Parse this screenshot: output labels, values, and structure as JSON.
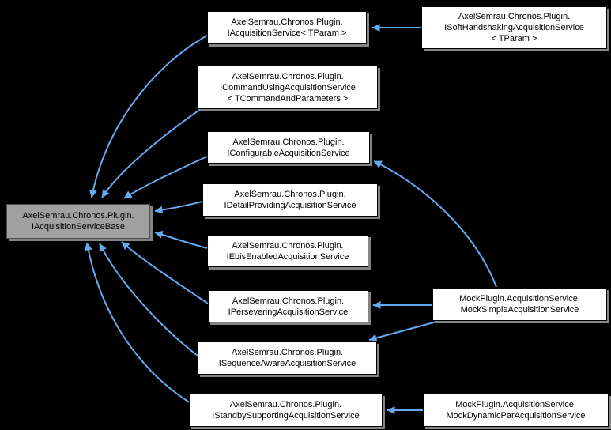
{
  "diagram": {
    "type": "class-inheritance-graph",
    "background_color": "#000000",
    "node_fill": "#ffffff",
    "highlight_node_fill": "#a0a0a0",
    "node_border_color": "#000000",
    "highlight_node_border_color": "#4d4d4d",
    "shadow_color": "#848484",
    "edge_color": "#63aaf2",
    "text_color": "#000000"
  },
  "nodes": [
    {
      "id": "base",
      "highlight": true,
      "lines": [
        "AxelSemrau.Chronos.Plugin.",
        "IAcquisitionServiceBase"
      ]
    },
    {
      "id": "iacquisitionservice_tparam",
      "highlight": false,
      "lines": [
        "AxelSemrau.Chronos.Plugin.",
        "IAcquisitionService< TParam >"
      ]
    },
    {
      "id": "isofthandshaking",
      "highlight": false,
      "lines": [
        "AxelSemrau.Chronos.Plugin.",
        "ISoftHandshakingAcquisitionService",
        "< TParam >"
      ]
    },
    {
      "id": "icommandusing",
      "highlight": false,
      "lines": [
        "AxelSemrau.Chronos.Plugin.",
        "ICommandUsingAcquisitionService",
        "< TCommandAndParameters >"
      ]
    },
    {
      "id": "iconfigurable",
      "highlight": false,
      "lines": [
        "AxelSemrau.Chronos.Plugin.",
        "IConfigurableAcquisitionService"
      ]
    },
    {
      "id": "idetailproviding",
      "highlight": false,
      "lines": [
        "AxelSemrau.Chronos.Plugin.",
        "IDetailProvidingAcquisitionService"
      ]
    },
    {
      "id": "iebisenabled",
      "highlight": false,
      "lines": [
        "AxelSemrau.Chronos.Plugin.",
        "IEbisEnabledAcquisitionService"
      ]
    },
    {
      "id": "ipersevering",
      "highlight": false,
      "lines": [
        "AxelSemrau.Chronos.Plugin.",
        "IPerseveringAcquisitionService"
      ]
    },
    {
      "id": "isequenceaware",
      "highlight": false,
      "lines": [
        "AxelSemrau.Chronos.Plugin.",
        "ISequenceAwareAcquisitionService"
      ]
    },
    {
      "id": "istandbysupporting",
      "highlight": false,
      "lines": [
        "AxelSemrau.Chronos.Plugin.",
        "IStandbySupportingAcquisitionService"
      ]
    },
    {
      "id": "mocksimple",
      "highlight": false,
      "lines": [
        "MockPlugin.AcquisitionService.",
        "MockSimpleAcquisitionService"
      ]
    },
    {
      "id": "mockdynamicpar",
      "highlight": false,
      "lines": [
        "MockPlugin.AcquisitionService.",
        "MockDynamicParAcquisitionService"
      ]
    }
  ],
  "edges": [
    {
      "from": "iacquisitionservice_tparam",
      "to": "base"
    },
    {
      "from": "icommandusing",
      "to": "base"
    },
    {
      "from": "iconfigurable",
      "to": "base"
    },
    {
      "from": "idetailproviding",
      "to": "base"
    },
    {
      "from": "iebisenabled",
      "to": "base"
    },
    {
      "from": "ipersevering",
      "to": "base"
    },
    {
      "from": "isequenceaware",
      "to": "base"
    },
    {
      "from": "istandbysupporting",
      "to": "base"
    },
    {
      "from": "isofthandshaking",
      "to": "iacquisitionservice_tparam"
    },
    {
      "from": "mocksimple",
      "to": "iconfigurable"
    },
    {
      "from": "mocksimple",
      "to": "ipersevering"
    },
    {
      "from": "mocksimple",
      "to": "isequenceaware"
    },
    {
      "from": "mockdynamicpar",
      "to": "istandbysupporting"
    }
  ]
}
